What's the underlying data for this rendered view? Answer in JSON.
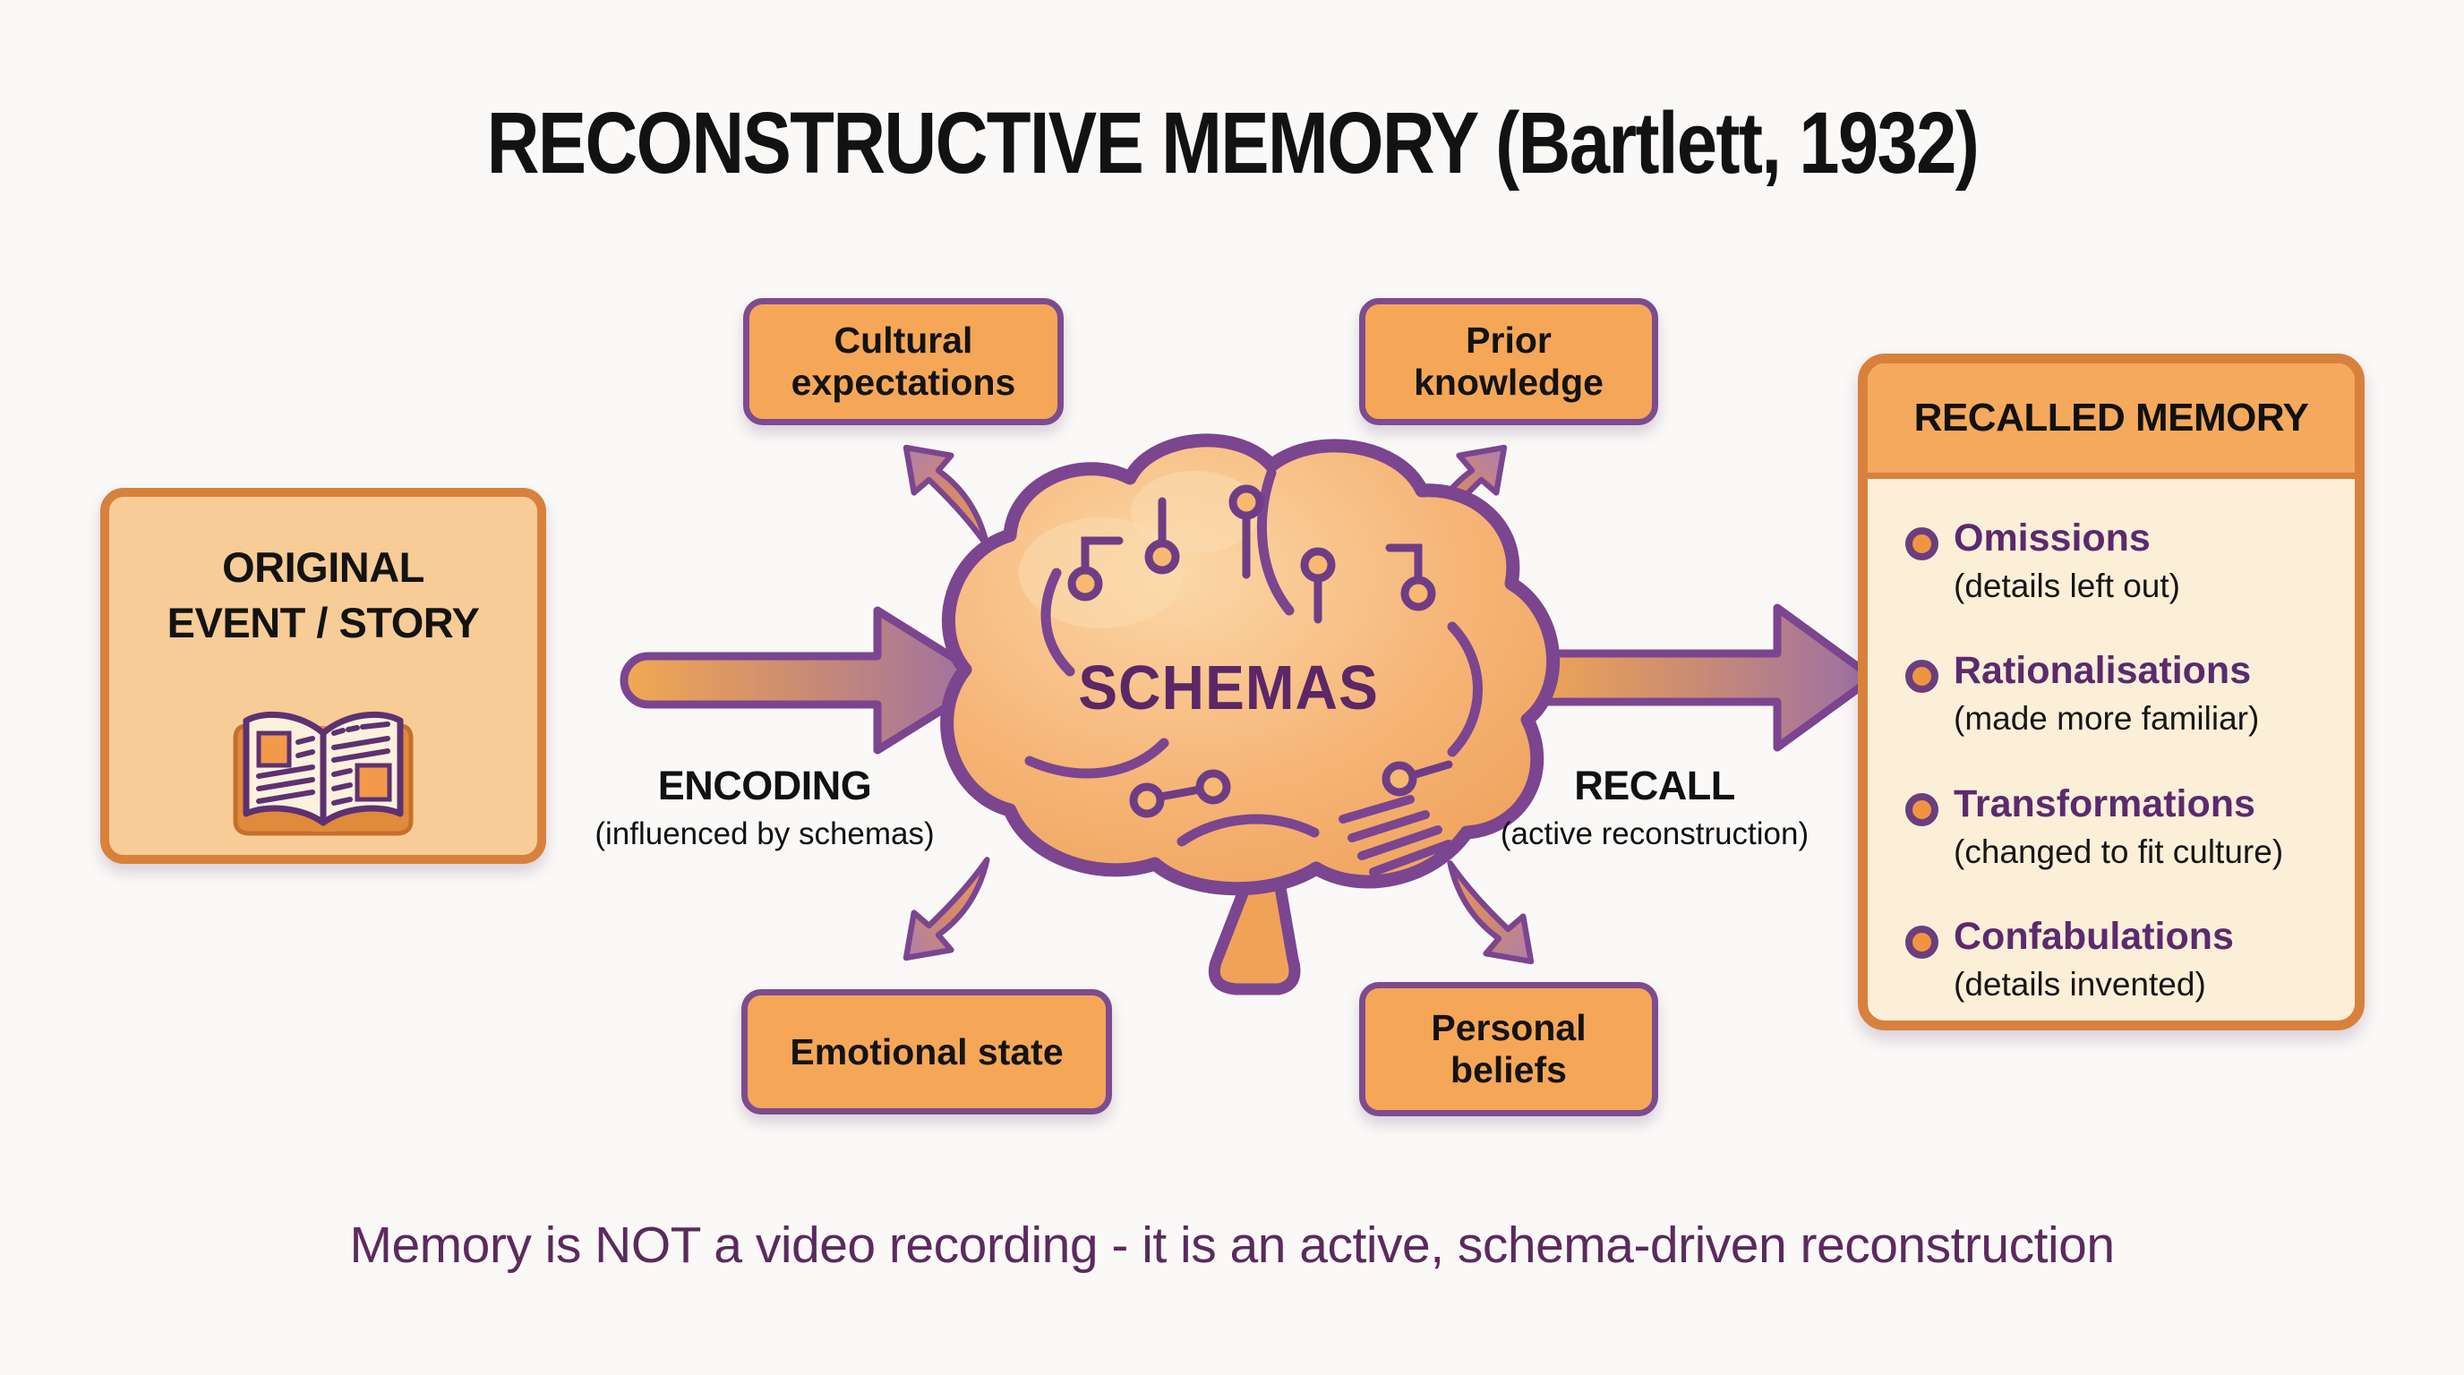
{
  "title": "RECONSTRUCTIVE MEMORY (Bartlett, 1932)",
  "source_box": {
    "line1": "ORIGINAL",
    "line2": "EVENT / STORY",
    "icon": "open-book-icon"
  },
  "brain": {
    "label": "SCHEMAS",
    "icon": "brain-circuit-icon"
  },
  "factors": [
    {
      "label": "Cultural expectations",
      "position": "top-left"
    },
    {
      "label": "Prior knowledge",
      "position": "top-right"
    },
    {
      "label": "Emotional state",
      "position": "bottom-left"
    },
    {
      "label": "Personal beliefs",
      "position": "bottom-right"
    }
  ],
  "flow": {
    "encoding": {
      "label": "ENCODING",
      "sublabel": "(influenced by schemas)"
    },
    "recall": {
      "label": "RECALL",
      "sublabel": "(active reconstruction)"
    }
  },
  "recalled_memory": {
    "title": "RECALLED MEMORY",
    "items": [
      {
        "term": "Omissions",
        "description": "(details left out)"
      },
      {
        "term": "Rationalisations",
        "description": "(made more familiar)"
      },
      {
        "term": "Transformations",
        "description": "(changed to fit culture)"
      },
      {
        "term": "Confabulations",
        "description": "(details invented)"
      }
    ]
  },
  "footer_note": "Memory is NOT a video recording - it is an active, schema-driven reconstruction",
  "colors": {
    "background": "#faf9f7",
    "orange_box": "#f5a757",
    "peach_box": "#f8cc96",
    "cream_panel": "#fbefd8",
    "orange_border": "#d8813c",
    "purple_border": "#7d4b8f",
    "purple_text": "#5b2a6e",
    "footer_text": "#5c2a5e",
    "arrow_gradient": [
      "#f2a851",
      "#9c6fa6"
    ]
  }
}
